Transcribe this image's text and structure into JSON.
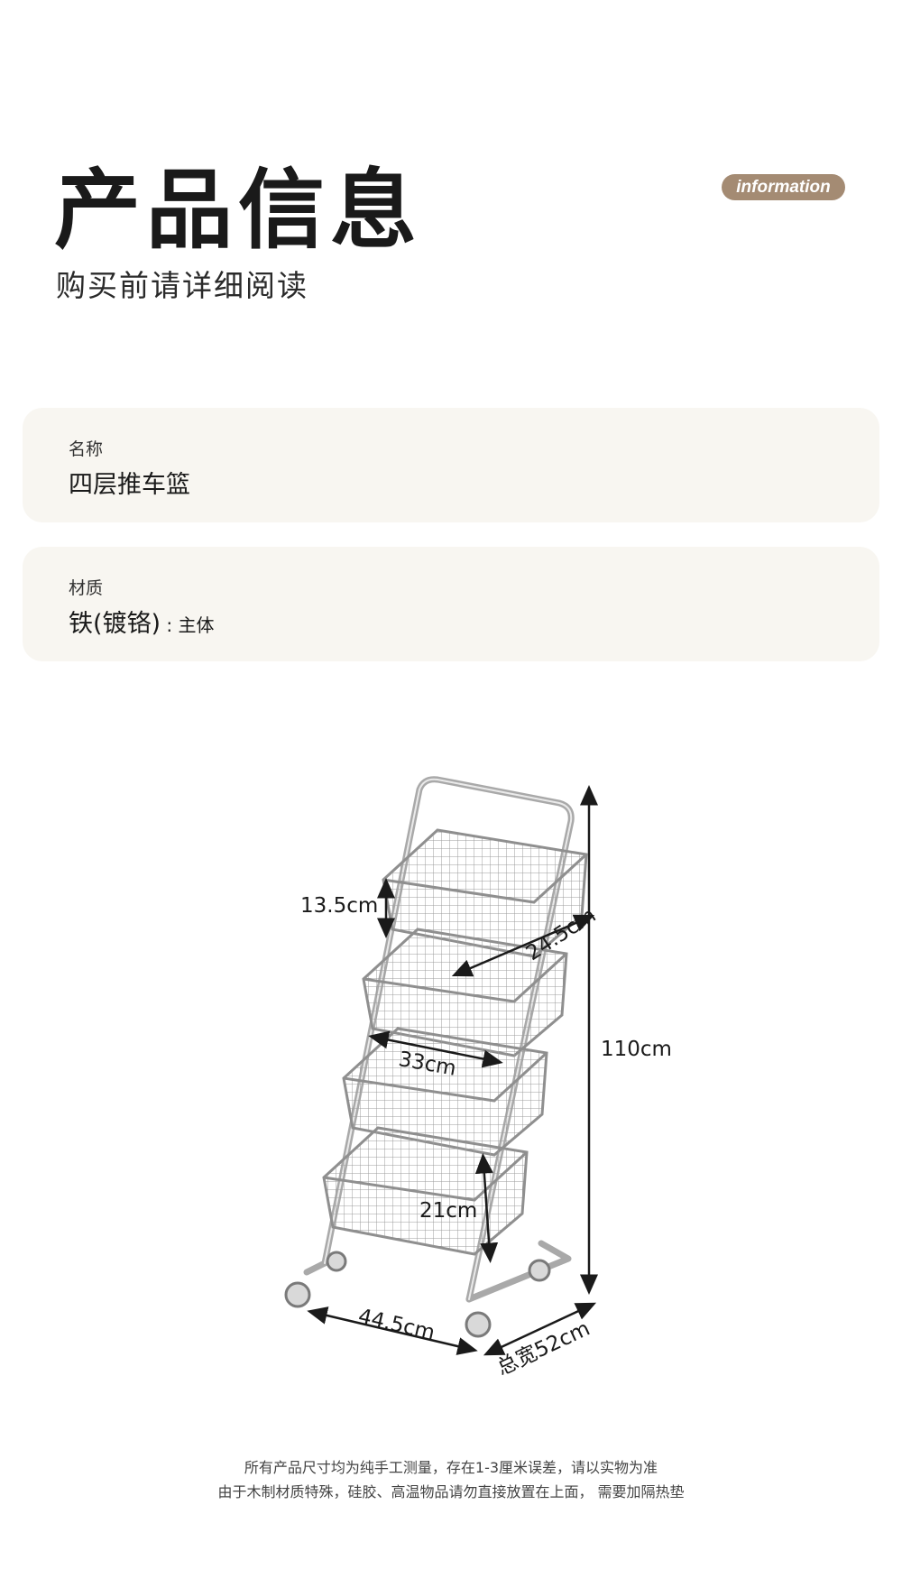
{
  "header": {
    "title": "产品信息",
    "subtitle": "购买前请详细阅读",
    "badge": "information"
  },
  "specs": [
    {
      "label": "名称",
      "value": "四层推车篮",
      "suffix": ""
    },
    {
      "label": "材质",
      "value": "铁(镀铬)",
      "suffix": " : 主体"
    }
  ],
  "dimensions": {
    "basket_height": "13.5cm",
    "basket_depth": "24.5cm",
    "total_height": "110cm",
    "basket_width": "33cm",
    "layer_gap": "21cm",
    "base_length": "44.5cm",
    "total_width": "总宽52cm"
  },
  "notes": [
    "所有产品尺寸均为纯手工测量，存在1-3厘米误差，请以实物为准",
    "由于木制材质特殊，硅胶、高温物品请勿直接放置在上面， 需要加隔热垫"
  ],
  "colors": {
    "badge_bg": "#a48b73",
    "card_bg": "#f8f6f1"
  }
}
